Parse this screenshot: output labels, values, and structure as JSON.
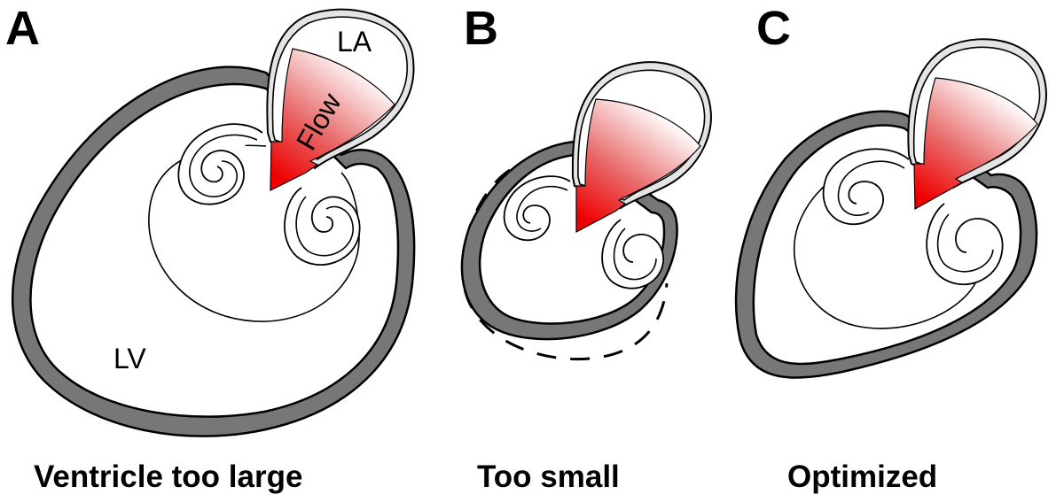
{
  "figure": {
    "colors": {
      "myocardium": "#777777",
      "flow_strong": "#ee0000",
      "flow_fade": "#ffffff",
      "outline": "#000000",
      "background": "#ffffff"
    },
    "panels": [
      {
        "letter": "A",
        "caption": "Ventricle too large",
        "labels": {
          "atrium": "LA",
          "flow": "Flow",
          "ventricle": "LV"
        },
        "has_dashed_reference_outline": false
      },
      {
        "letter": "B",
        "caption": "Too small",
        "labels": {},
        "has_dashed_reference_outline": true
      },
      {
        "letter": "C",
        "caption": "Optimized",
        "labels": {},
        "has_dashed_reference_outline": false
      }
    ]
  }
}
